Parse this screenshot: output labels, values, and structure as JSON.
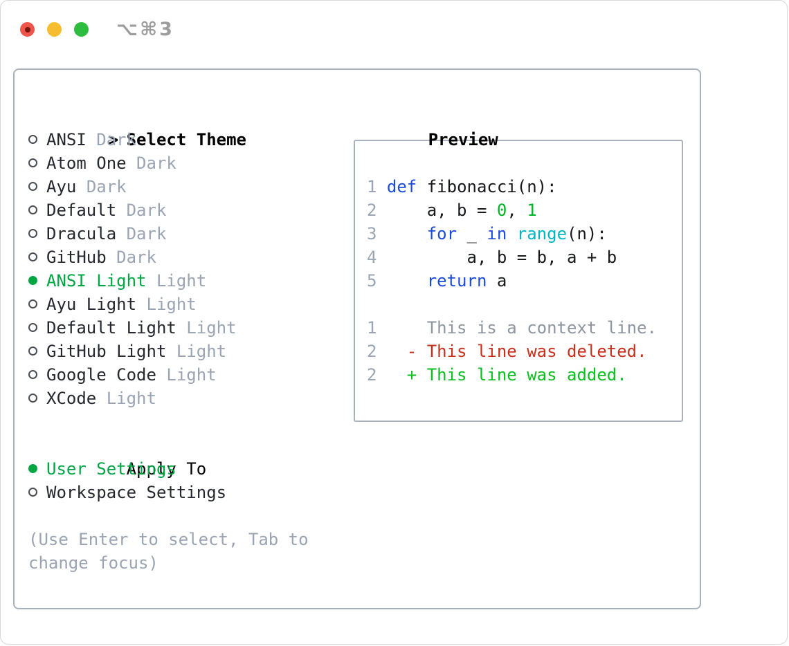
{
  "window": {
    "title": "⌥⌘3"
  },
  "theme_list": {
    "cursor": ">",
    "header": "Select Theme",
    "items": [
      {
        "name": "ANSI",
        "tag": "Dark",
        "selected": false
      },
      {
        "name": "Atom One",
        "tag": "Dark",
        "selected": false
      },
      {
        "name": "Ayu",
        "tag": "Dark",
        "selected": false
      },
      {
        "name": "Default",
        "tag": "Dark",
        "selected": false
      },
      {
        "name": "Dracula",
        "tag": "Dark",
        "selected": false
      },
      {
        "name": "GitHub",
        "tag": "Dark",
        "selected": false
      },
      {
        "name": "ANSI Light",
        "tag": "Light",
        "selected": true
      },
      {
        "name": "Ayu Light",
        "tag": "Light",
        "selected": false
      },
      {
        "name": "Default Light",
        "tag": "Light",
        "selected": false
      },
      {
        "name": "GitHub Light",
        "tag": "Light",
        "selected": false
      },
      {
        "name": "Google Code",
        "tag": "Light",
        "selected": false
      },
      {
        "name": "XCode",
        "tag": "Light",
        "selected": false
      }
    ]
  },
  "apply_to": {
    "header": "Apply To",
    "options": [
      {
        "label": "User Settings",
        "selected": true
      },
      {
        "label": "Workspace Settings",
        "selected": false
      }
    ]
  },
  "help_text": [
    "(Use Enter to select, Tab to",
    "change focus)"
  ],
  "preview": {
    "header": "Preview",
    "lines": [
      [
        [
          "lineno",
          "1 "
        ],
        [
          "keyword",
          "def"
        ],
        [
          "plain",
          " fibonacci(n):"
        ]
      ],
      [
        [
          "lineno",
          "2 "
        ],
        [
          "plain",
          "    a, b = "
        ],
        [
          "number",
          "0"
        ],
        [
          "plain",
          ", "
        ],
        [
          "number",
          "1"
        ]
      ],
      [
        [
          "lineno",
          "3 "
        ],
        [
          "plain",
          "    "
        ],
        [
          "keyword",
          "for"
        ],
        [
          "plain",
          " _ "
        ],
        [
          "keyword",
          "in"
        ],
        [
          "plain",
          " "
        ],
        [
          "builtin",
          "range"
        ],
        [
          "plain",
          "(n):"
        ]
      ],
      [
        [
          "lineno",
          "4 "
        ],
        [
          "plain",
          "        a, b = b, a + b"
        ]
      ],
      [
        [
          "lineno",
          "5 "
        ],
        [
          "plain",
          "    "
        ],
        [
          "keyword",
          "return"
        ],
        [
          "plain",
          " a"
        ]
      ],
      [],
      [
        [
          "lineno",
          "1"
        ],
        [
          "context",
          "     This is a context line."
        ]
      ],
      [
        [
          "lineno",
          "2"
        ],
        [
          "deleted",
          "   - This line was deleted."
        ]
      ],
      [
        [
          "lineno",
          "2"
        ],
        [
          "added",
          "   + This line was added."
        ]
      ]
    ]
  },
  "colors": {
    "accent_green": "#00a643",
    "border": "#a9b1ba",
    "ink": "#24282e",
    "muted": "#9aa4b2",
    "close": "#f0554b",
    "close_dot": "#7a150e",
    "minimize": "#f7bd30",
    "zoom": "#2ebd3f",
    "plain": "#17191d",
    "lineno": "#9aa4b2",
    "keyword": "#1b4bdb",
    "builtin": "#00b5c2",
    "number": "#00b426",
    "context": "#8d959f",
    "deleted": "#c8301c",
    "added": "#0bbf20"
  }
}
